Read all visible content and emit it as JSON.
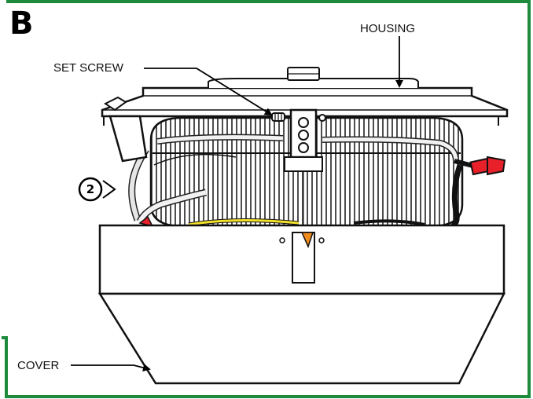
{
  "panel": {
    "letter": "B",
    "border_color": "#1e8a3c"
  },
  "labels": {
    "housing": "HOUSING",
    "set_screw": "SET SCREW",
    "cover": "COVER"
  },
  "step_callout": "2",
  "wire_colors": {
    "red": "#e8202a",
    "yellow": "#f2e02a",
    "orange": "#f08a1c",
    "black": "#111111"
  }
}
